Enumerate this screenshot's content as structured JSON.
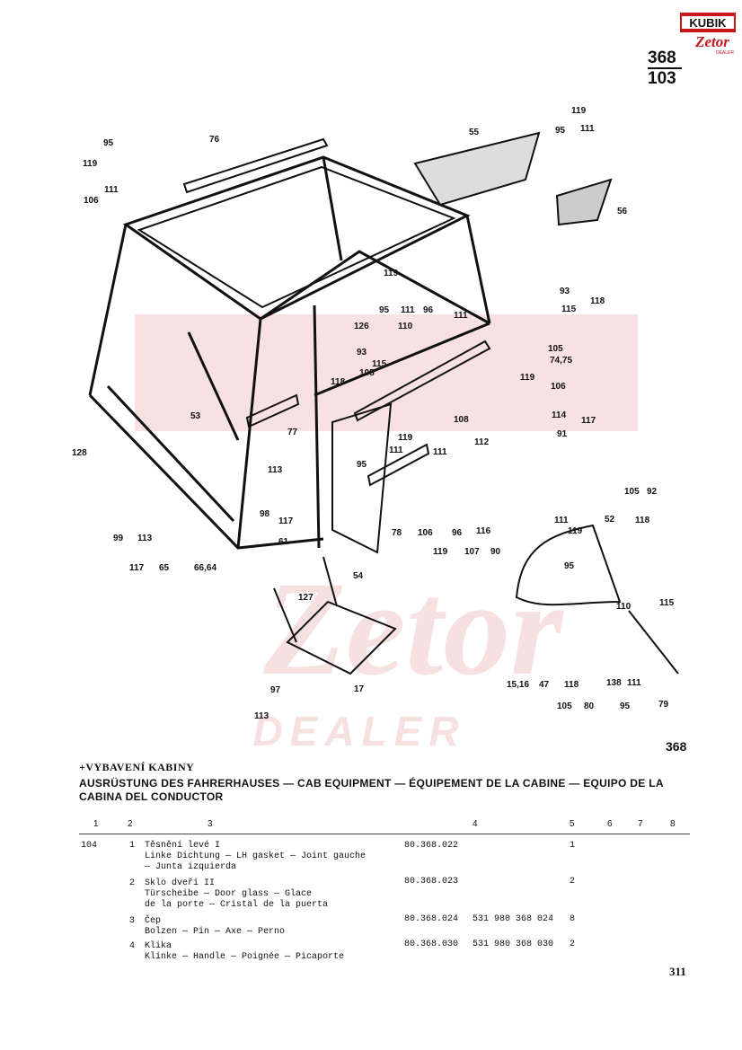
{
  "header": {
    "logo_text": "KUBIK",
    "logo_script": "Zetor",
    "logo_small": "DEALER",
    "page_code_top": "368",
    "page_code_bottom": "103"
  },
  "watermark": {
    "script": "Zetor",
    "word": "DEALER"
  },
  "diagram": {
    "labels": [
      "95",
      "76",
      "119",
      "111",
      "106",
      "55",
      "95",
      "119",
      "111",
      "56",
      "53",
      "77",
      "128",
      "99",
      "113",
      "117",
      "65",
      "66,64",
      "113",
      "98",
      "117",
      "61",
      "127",
      "17",
      "97",
      "113",
      "93",
      "118",
      "115",
      "119",
      "95",
      "111",
      "96",
      "111",
      "126",
      "110",
      "93",
      "115",
      "105",
      "118",
      "105",
      "74,75",
      "119",
      "106",
      "108",
      "114",
      "117",
      "91",
      "111",
      "95",
      "119",
      "78",
      "111",
      "112",
      "106",
      "96",
      "116",
      "119",
      "107",
      "90",
      "54",
      "52",
      "111",
      "119",
      "95",
      "105",
      "92",
      "118",
      "115",
      "110",
      "138",
      "111",
      "95",
      "47",
      "118",
      "105",
      "80",
      "15,16",
      "79"
    ]
  },
  "section": {
    "number": "368",
    "title": "+VYBAVENÍ KABINY",
    "subtitle": "AUSRÜSTUNG DES FAHRERHAUSES — CAB EQUIPMENT — ÉQUIPEMENT DE LA CABINE — EQUIPO DE LA CABINA DEL CONDUCTOR"
  },
  "table": {
    "columns": [
      "1",
      "2",
      "3",
      "4",
      "5",
      "6",
      "7",
      "8"
    ],
    "rows": [
      {
        "page": "104",
        "pos": "1",
        "desc": [
          "Těsnění levé I",
          "Linke Dichtung — LH gasket — Joint gauche",
          "— Junta izquierda"
        ],
        "part": "80.368.022",
        "alt": "",
        "qty": "1"
      },
      {
        "page": "",
        "pos": "2",
        "desc": [
          "Sklo dveří II",
          "Türscheibe — Door glass — Glace",
          "de la porte — Cristal de la puerta"
        ],
        "part": "80.368.023",
        "alt": "",
        "qty": "2"
      },
      {
        "page": "",
        "pos": "3",
        "desc": [
          "Čep",
          "Bolzen — Pin — Axe — Perno"
        ],
        "part": "80.368.024",
        "alt": "531 980 368 024",
        "qty": "8"
      },
      {
        "page": "",
        "pos": "4",
        "desc": [
          "Klika",
          "Klinke — Handle — Poignée — Picaporte"
        ],
        "part": "80.368.030",
        "alt": "531 980 368 030",
        "qty": "2"
      }
    ]
  },
  "footer": {
    "page_number": "311"
  }
}
